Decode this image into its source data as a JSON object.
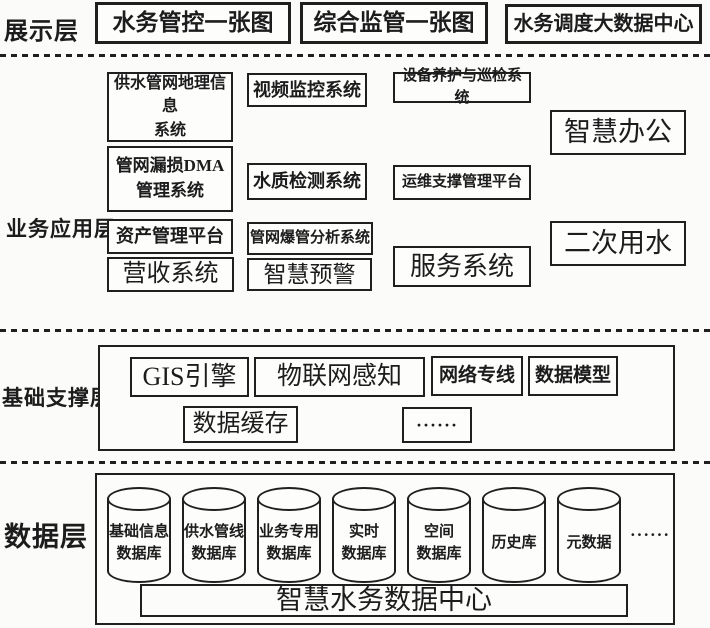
{
  "display_layer": {
    "label": "展示层",
    "items": [
      {
        "label": "水务管控一张图"
      },
      {
        "label": "综合监管一张图"
      },
      {
        "label": "水务调度大数据中心"
      }
    ]
  },
  "business_layer": {
    "label": "业务应用层",
    "items": [
      {
        "label": "供水管网地理信息\n系统"
      },
      {
        "label": "视频监控系统"
      },
      {
        "label": "设备养护与巡检系统"
      },
      {
        "label": "智慧办公"
      },
      {
        "label": "管网漏损DMA\n管理系统"
      },
      {
        "label": "水质检测系统"
      },
      {
        "label": "运维支撑管理平台"
      },
      {
        "label": "资产管理平台"
      },
      {
        "label": "管网爆管分析系统"
      },
      {
        "label": "二次用水"
      },
      {
        "label": "营收系统"
      },
      {
        "label": "智慧预警"
      },
      {
        "label": "服务系统"
      }
    ]
  },
  "support_layer": {
    "label": "基础支撑层",
    "items": [
      {
        "label": "GIS引擎"
      },
      {
        "label": "物联网感知"
      },
      {
        "label": "网络专线"
      },
      {
        "label": "数据模型"
      },
      {
        "label": "数据缓存"
      },
      {
        "label": "······"
      }
    ]
  },
  "data_layer": {
    "label": "数据层",
    "databases": [
      {
        "label": "基础信息\n数据库"
      },
      {
        "label": "供水管线\n数据库"
      },
      {
        "label": "业务专用\n数据库"
      },
      {
        "label": "实时\n数据库"
      },
      {
        "label": "空间\n数据库"
      },
      {
        "label": "历史库"
      },
      {
        "label": "元数据"
      }
    ],
    "more": "······",
    "data_center": "智慧水务数据中心"
  },
  "colors": {
    "border": "#1f1f1f",
    "background": "#fbfbfa",
    "text": "#1c1c1c"
  }
}
